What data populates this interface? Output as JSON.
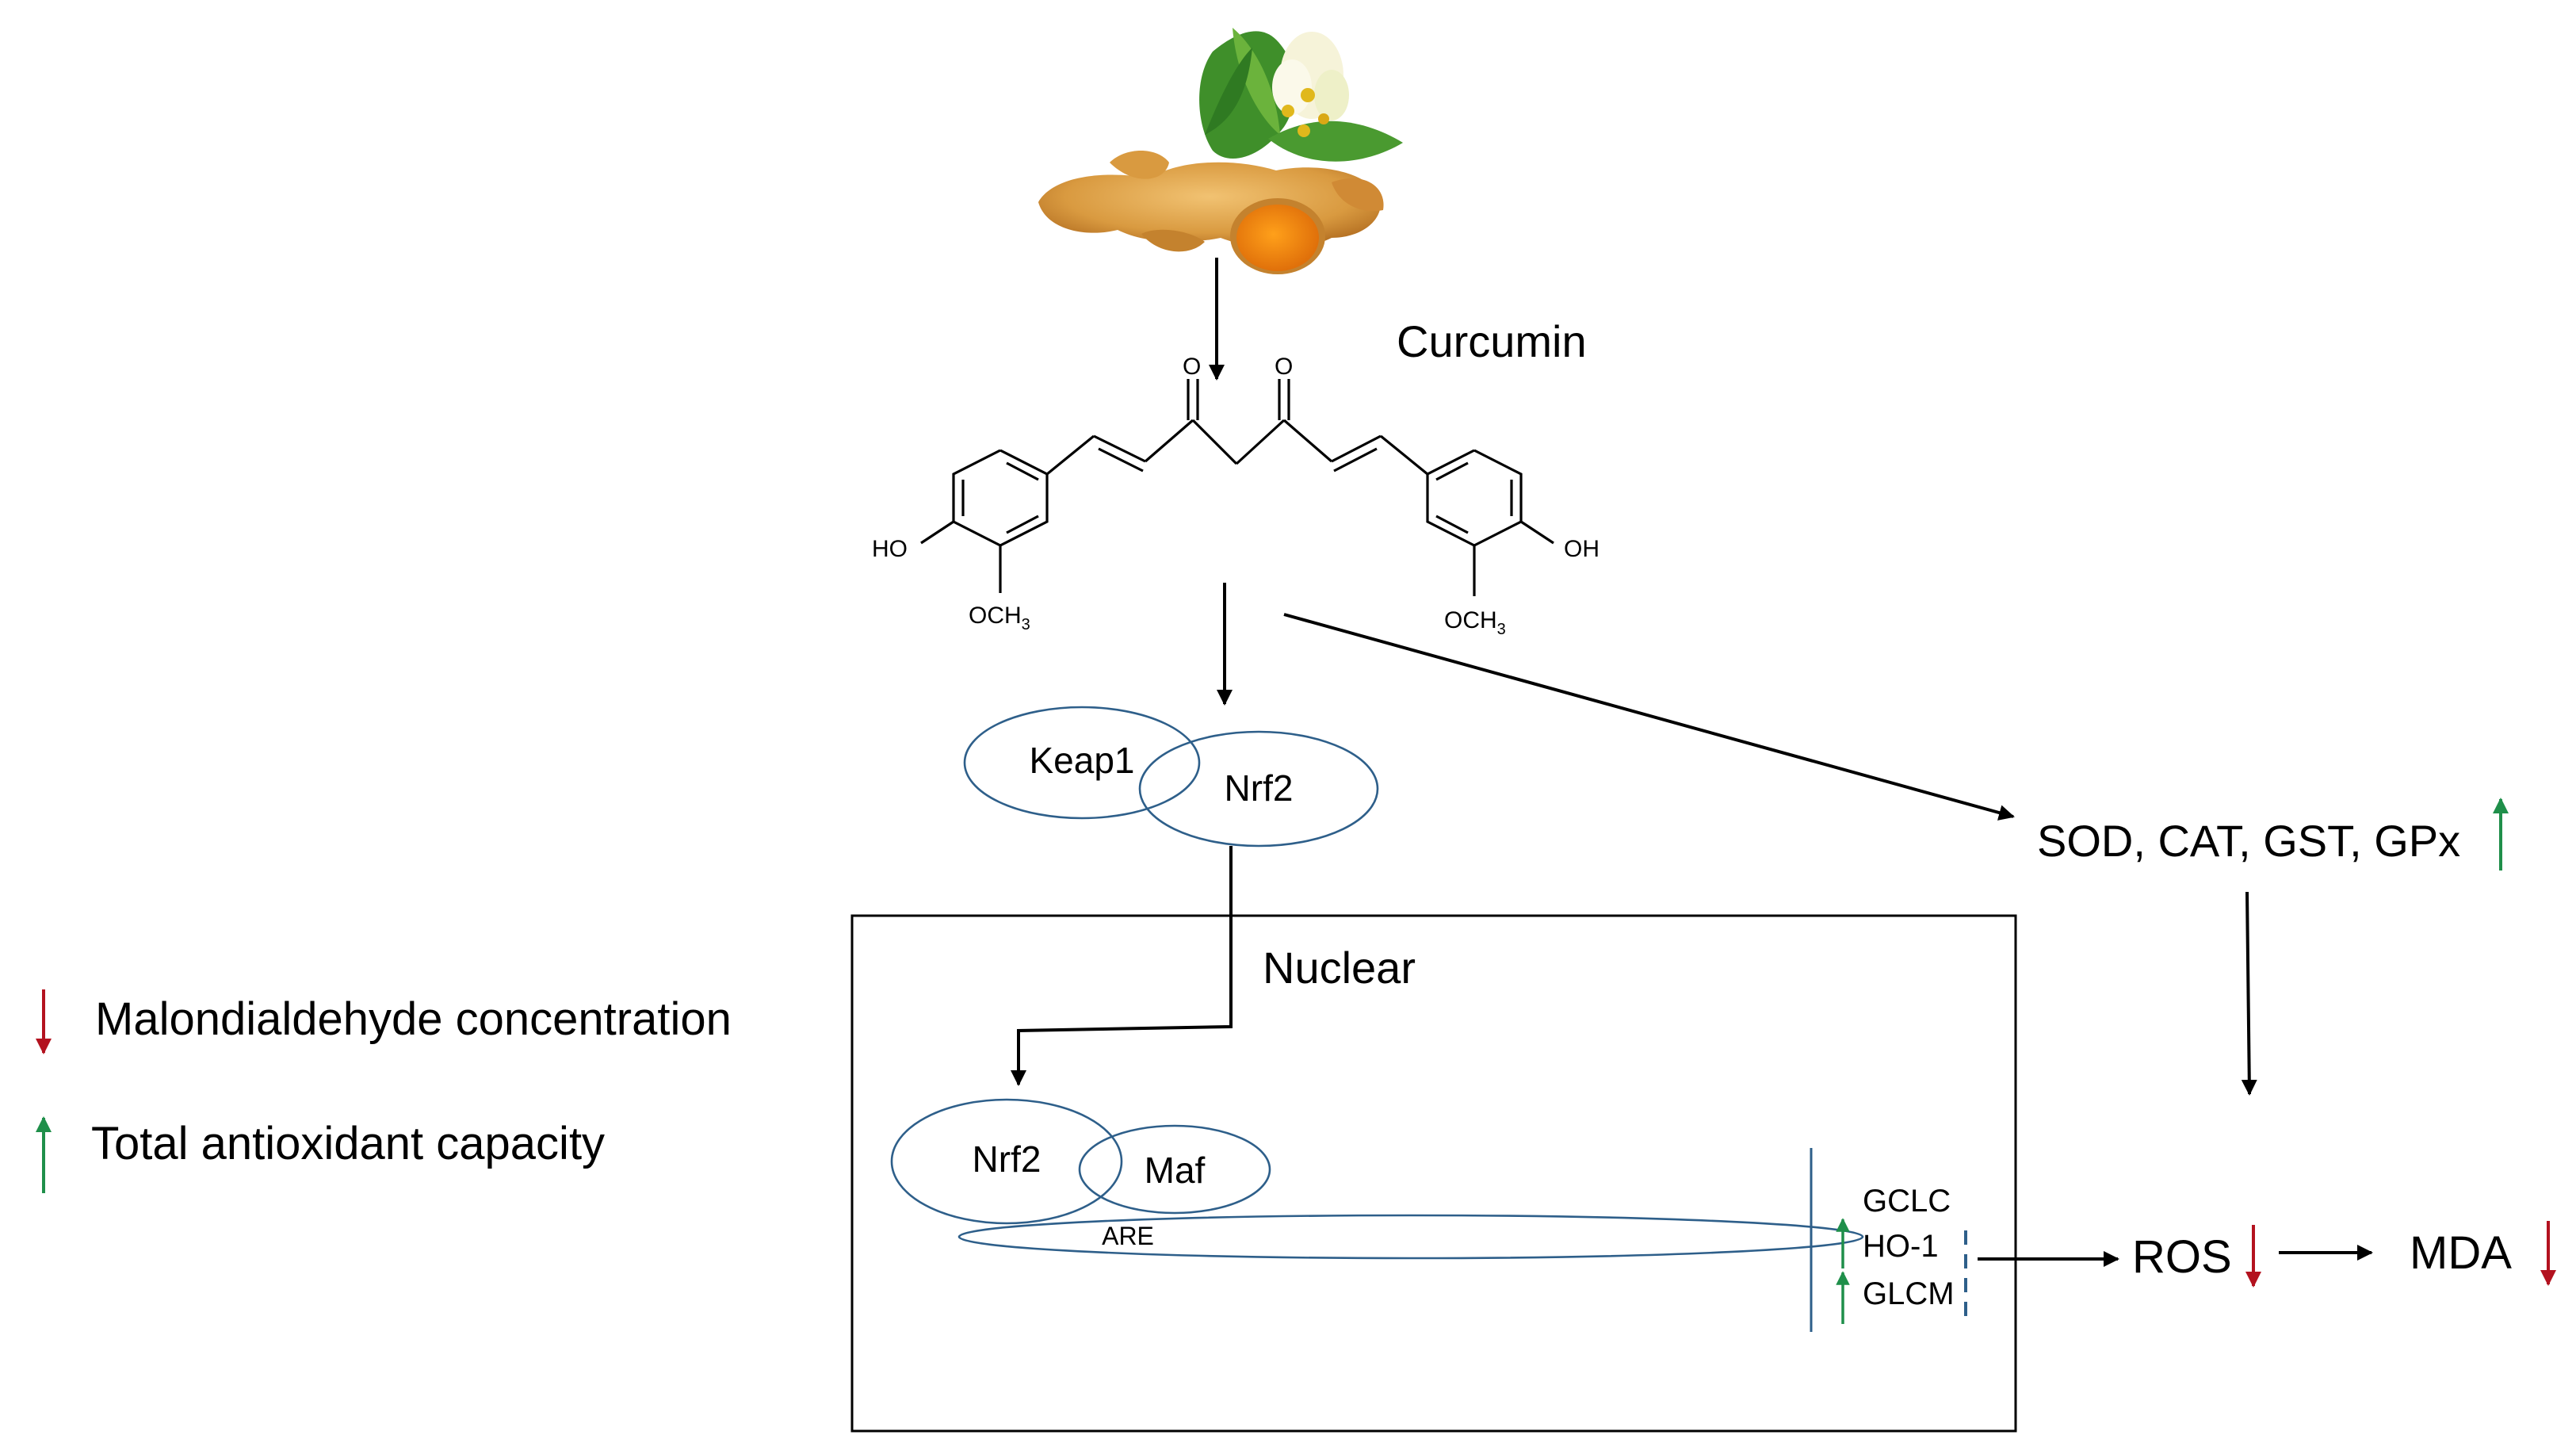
{
  "compound": {
    "name": "Curcumin",
    "atoms": {
      "o_left": "O",
      "o_right": "O",
      "ho": "HO",
      "oh": "OH",
      "och3_left": "OCH",
      "och3_right": "OCH",
      "sub3": "3"
    }
  },
  "complexes": {
    "keap1": "Keap1",
    "nrf2_cytoplasm": "Nrf2",
    "nrf2_nuclear": "Nrf2",
    "maf": "Maf",
    "are": "ARE"
  },
  "nucleus": {
    "label": "Nuclear"
  },
  "genes": [
    "GCLC",
    "HO-1",
    "GLCM"
  ],
  "enzymes": {
    "label": "SOD, CAT, GST, GPx"
  },
  "outcomes": {
    "ros": "ROS",
    "mda": "MDA"
  },
  "legend": [
    {
      "direction": "down",
      "text": "Malondialdehyde concentration"
    },
    {
      "direction": "up",
      "text": "Total antioxidant capacity"
    }
  ],
  "colors": {
    "curcumin_label": "#f2b400",
    "up_arrow": "#1f8f4a",
    "down_arrow": "#b3121f",
    "ellipse": "#2e5f8a"
  }
}
